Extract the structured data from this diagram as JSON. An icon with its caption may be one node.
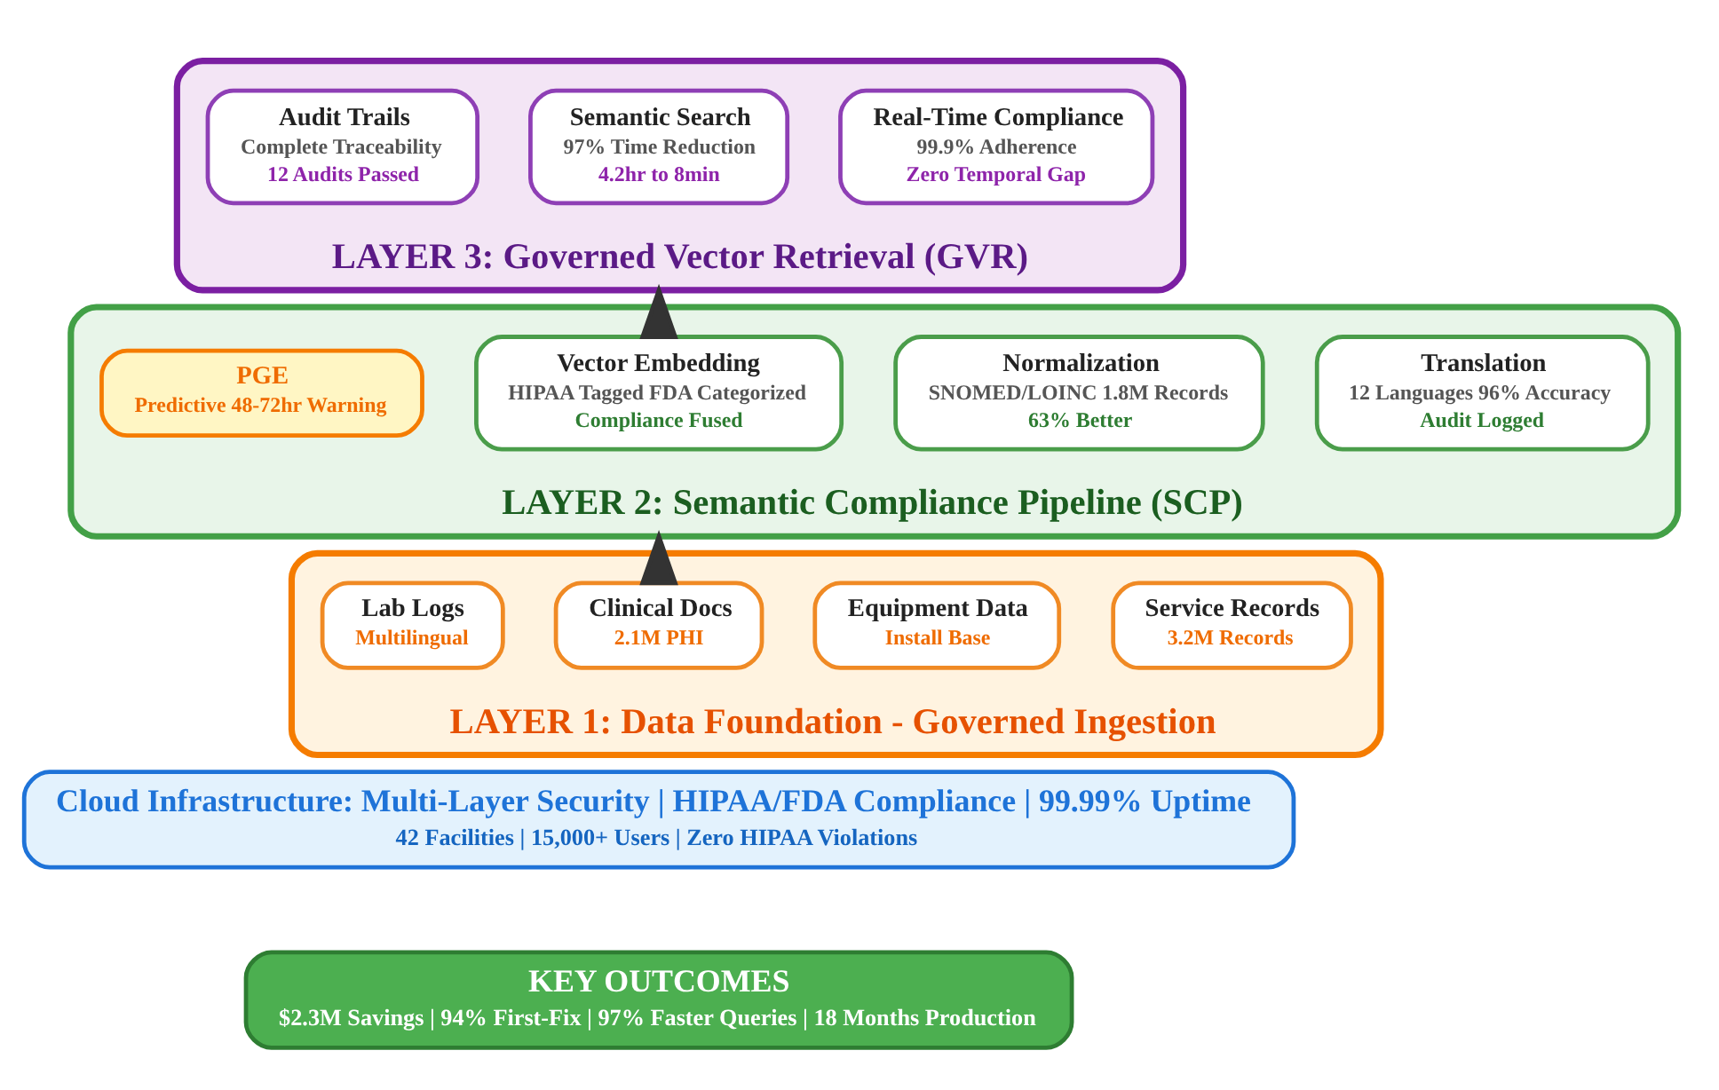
{
  "diagram": {
    "nodes": [
      {
        "text": [
          "LAYER 3: Governed Vector Retrieval (GVR)"
        ]
      },
      {
        "text": [
          "Real-Time Compliance",
          "99.9% Adherence",
          "Zero Temporal Gap"
        ],
        "in": 0
      },
      {
        "text": [
          "Semantic Search",
          "97% Time Reduction",
          "4.2hr to 8min"
        ],
        "in": 0
      },
      {
        "text": [
          "Audit Trails",
          "Complete Traceability",
          "12 Audits Passed"
        ],
        "in": 0
      },
      {
        "text": [
          "LAYER 2: Semantic Compliance Pipeline (SCP)"
        ]
      },
      {
        "text": [
          "Translation",
          "12 Languages 96% Accuracy",
          "Audit Logged"
        ],
        "in": 4
      },
      {
        "text": [
          "Normalization",
          "SNOMED/LOINC 1.8M Records",
          "63% Better"
        ],
        "in": 4
      },
      {
        "text": [
          "Vector Embedding",
          "HIPAA Tagged FDA Categorized",
          "Compliance Fused"
        ],
        "in": 4
      },
      {
        "text": [
          "PGE",
          "Predictive 48-72hr Warning"
        ],
        "in": 4
      },
      {
        "text": [
          "LAYER 1: Data Foundation - Governed Ingestion"
        ]
      },
      {
        "text": [
          "Service Records",
          "3.2M Records"
        ],
        "in": 9
      },
      {
        "text": [
          "Equipment Data",
          "Install Base"
        ],
        "in": 9
      },
      {
        "text": [
          "Clinical Docs",
          "2.1M PHI"
        ],
        "in": 9
      },
      {
        "text": [
          "Lab Logs",
          "Multilingual"
        ],
        "in": 9
      },
      {
        "text": [
          "Cloud Infrastructure: Multi-Layer Security | HIPAA/FDA Compliance | 99.99% Uptime",
          "42 Facilities | 15,000+ Users | Zero HIPAA Violations"
        ]
      },
      {
        "text": [
          "KEY OUTCOMES",
          "$2.3M Savings | 94% First-Fix | 97% Faster Queries | 18 Months Production"
        ]
      }
    ],
    "edges": [
      {
        "from": 9,
        "to": 4,
        "arrow": "to"
      },
      {
        "from": 4,
        "to": 0,
        "arrow": "to"
      }
    ]
  }
}
